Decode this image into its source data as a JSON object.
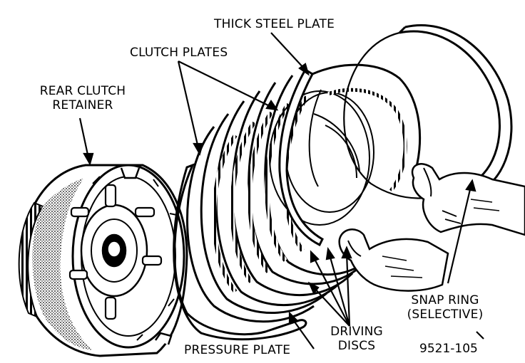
{
  "labels": {
    "thick_steel_plate": "THICK STEEL PLATE",
    "clutch_plates": "CLUTCH PLATES",
    "rear_clutch_retainer_line1": "REAR CLUTCH",
    "rear_clutch_retainer_line2": "RETAINER",
    "snap_ring_line1": "SNAP RING",
    "snap_ring_line2": "(SELECTIVE)",
    "driving_discs_line1": "DRIVING",
    "driving_discs_line2": "DISCS",
    "pressure_plate": "PRESSURE PLATE"
  },
  "figure_number": "9521-105",
  "colors": {
    "ink": "#000000",
    "paper": "#ffffff"
  }
}
